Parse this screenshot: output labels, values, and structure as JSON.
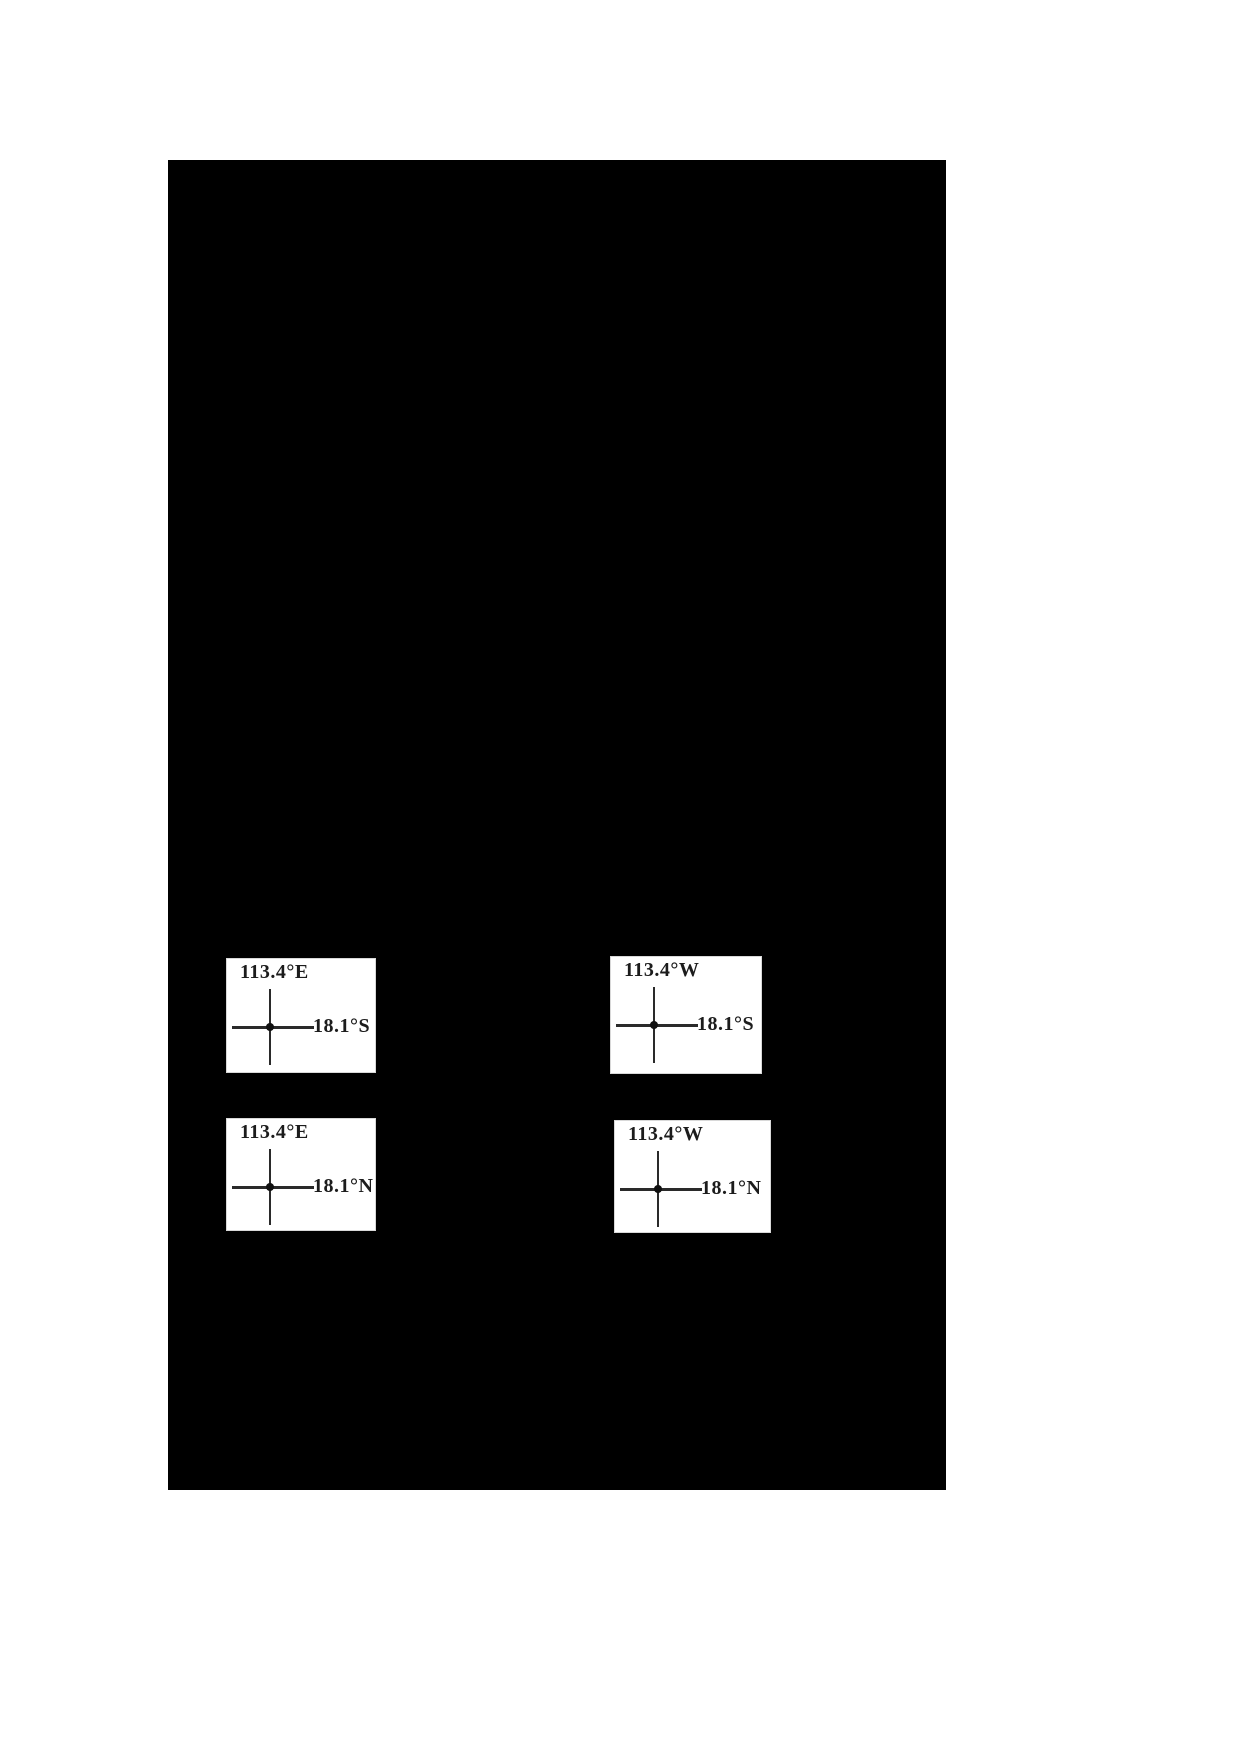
{
  "page": {
    "background_color": "#ffffff",
    "scan_area_color": "#000000"
  },
  "diagrams": [
    {
      "position": "top-left",
      "longitude": "113.4°E",
      "latitude": "18.1°S"
    },
    {
      "position": "top-right",
      "longitude": "113.4°W",
      "latitude": "18.1°S"
    },
    {
      "position": "bottom-left",
      "longitude": "113.4°E",
      "latitude": "18.1°N"
    },
    {
      "position": "bottom-right",
      "longitude": "113.4°W",
      "latitude": "18.1°N"
    }
  ]
}
